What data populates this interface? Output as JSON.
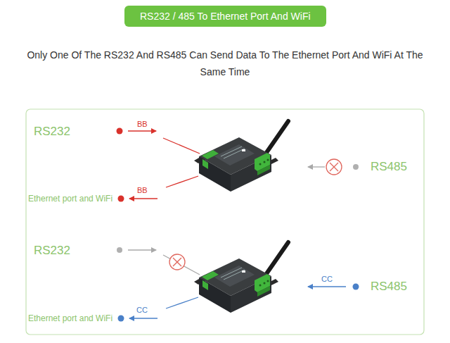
{
  "diagram": {
    "title": "RS232 / 485 To Ethernet Port And WiFi",
    "labels": [
      "Only One Of The RS232 And RS485 Can Send Data To The Ethernet Port And WiFi At The Same Time",
      "RS232",
      "BB",
      "RS485",
      "Ethernet port and WiFi",
      "BB",
      "RS232",
      "RS485",
      "CC",
      "Ethernet port and WiFi",
      "CC"
    ]
  }
}
